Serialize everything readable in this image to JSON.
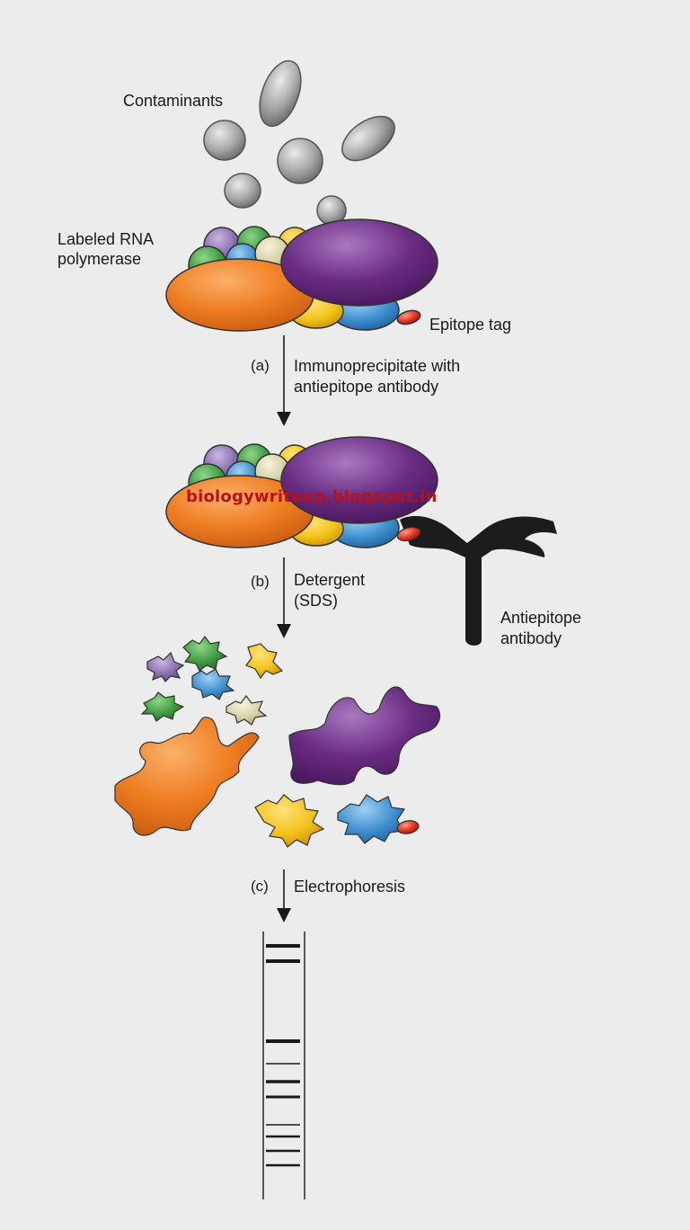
{
  "labels": {
    "contaminants": "Contaminants",
    "labeled_rna_polymerase_line1": "Labeled RNA",
    "labeled_rna_polymerase_line2": "polymerase",
    "epitope_tag": "Epitope tag",
    "antiepitope_antibody_line1": "Antiepitope",
    "antiepitope_antibody_line2": "antibody",
    "watermark": "biologywriteup.blogspot.in"
  },
  "steps": [
    {
      "letter": "(a)",
      "line1": "Immunoprecipitate with",
      "line2": "antiepitope antibody"
    },
    {
      "letter": "(b)",
      "line1": "Detergent",
      "line2": "(SDS)"
    },
    {
      "letter": "(c)",
      "line1": "Electrophoresis",
      "line2": ""
    }
  ],
  "colors": {
    "background": "#ececec",
    "orange": "#ef7d22",
    "purple": "#6a2c82",
    "yellow": "#f4c21b",
    "blue": "#3f8fcf",
    "green": "#3f9a3f",
    "lavender": "#8a6fb0",
    "beige": "#d8d2a8",
    "red_tag": "#e0301e",
    "contaminant_gray": "#a6a6a6",
    "antibody": "#1c1c1c",
    "watermark": "#b5121b"
  }
}
